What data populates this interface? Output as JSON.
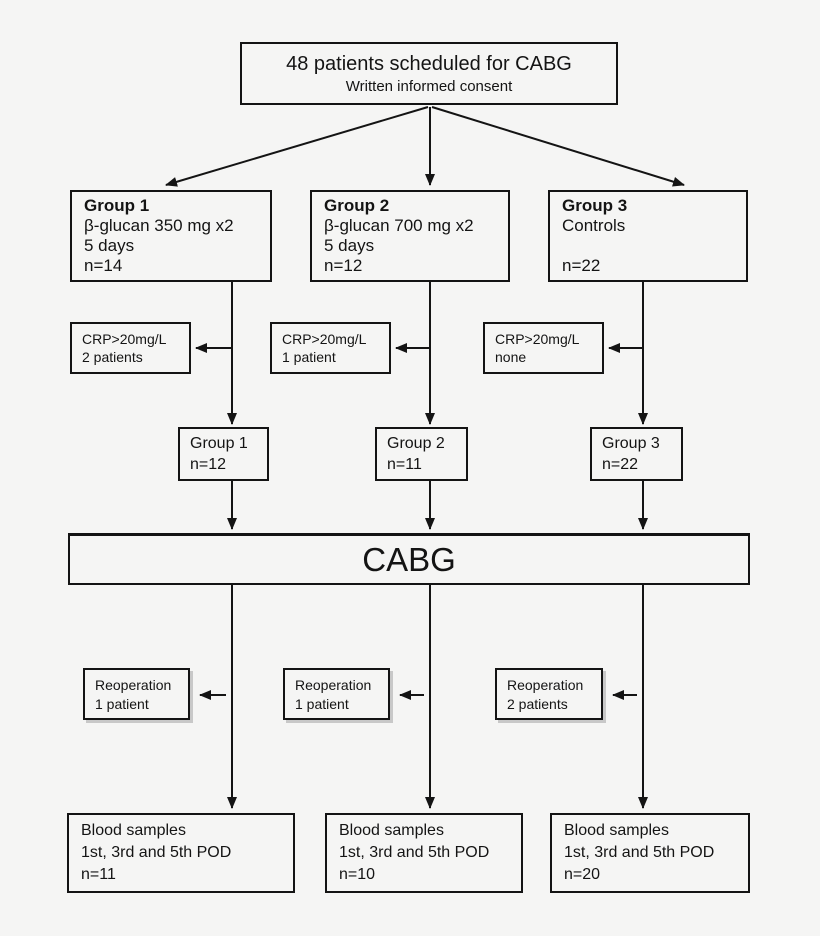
{
  "colors": {
    "background": "#f5f5f4",
    "line": "#141414"
  },
  "enrollment": {
    "title": "48 patients scheduled for CABG",
    "subtitle": "Written informed consent"
  },
  "cabg_banner": {
    "label": "CABG"
  },
  "arms": [
    {
      "group": {
        "title": "Group 1",
        "line1": "β-glucan 350 mg x2",
        "line2": "5 days",
        "n": "n=14"
      },
      "exclusion": {
        "line1": "CRP>20mg/L",
        "line2": "2 patients"
      },
      "post_exclusion": {
        "title": "Group 1",
        "n": "n=12"
      },
      "reoperation": {
        "line1": "Reoperation",
        "line2": "1 patient"
      },
      "blood": {
        "line1": "Blood samples",
        "line2": "1st, 3rd and 5th POD",
        "n": "n=11"
      }
    },
    {
      "group": {
        "title": "Group 2",
        "line1": "β-glucan 700 mg x2",
        "line2": "5 days",
        "n": "n=12"
      },
      "exclusion": {
        "line1": "CRP>20mg/L",
        "line2": "1 patient"
      },
      "post_exclusion": {
        "title": "Group 2",
        "n": "n=11"
      },
      "reoperation": {
        "line1": "Reoperation",
        "line2": "1 patient"
      },
      "blood": {
        "line1": "Blood samples",
        "line2": "1st, 3rd and 5th POD",
        "n": "n=10"
      }
    },
    {
      "group": {
        "title": "Group 3",
        "line1": "Controls",
        "line2": "",
        "n": "n=22"
      },
      "exclusion": {
        "line1": "CRP>20mg/L",
        "line2": "none"
      },
      "post_exclusion": {
        "title": "Group 3",
        "n": "n=22"
      },
      "reoperation": {
        "line1": "Reoperation",
        "line2": "2 patients"
      },
      "blood": {
        "line1": "Blood samples",
        "line2": "1st, 3rd and 5th POD",
        "n": "n=20"
      }
    }
  ]
}
